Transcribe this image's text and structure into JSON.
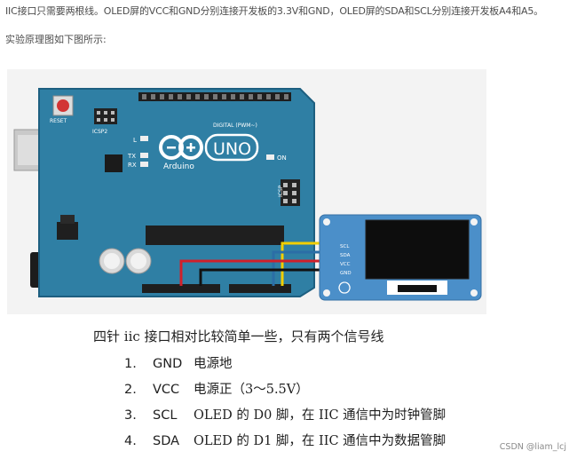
{
  "intro": {
    "line1": "IIC接口只需要两根线。OLED屏的VCC和GND分别连接开发板的3.3V和GND，OLED屏的SDA和SCL分别连接开发板A4和A5。",
    "line2": "实验原理图如下图所示:"
  },
  "board": {
    "reset_label": "RESET",
    "icsp2_label": "ICSP2",
    "l_label": "L",
    "tx_label": "TX",
    "rx_label": "RX",
    "logo_text": "UNO",
    "brand": "Arduino",
    "on_label": "ON",
    "digital_label": "DIGITAL (PWM~)",
    "icsp_label": "ICSP"
  },
  "oled": {
    "pins": [
      "SCL",
      "SDA",
      "VCC",
      "GND"
    ]
  },
  "caption": {
    "subtitle": "四针 iic 接口相对比较简单一些，只有两个信号线",
    "items": [
      {
        "num": "1.",
        "pin": "GND",
        "desc": "电源地"
      },
      {
        "num": "2.",
        "pin": "VCC",
        "desc": " 电源正（3～5.5V）"
      },
      {
        "num": "3.",
        "pin": "SCL",
        "desc": " OLED 的 D0 脚，在 IIC 通信中为时钟管脚"
      },
      {
        "num": "4.",
        "pin": "SDA",
        "desc": " OLED 的 D1 脚，在 IIC 通信中为数据管脚"
      }
    ]
  },
  "watermark": "CSDN @liam_lcj",
  "colors": {
    "board": "#2f7fa4",
    "board_dark": "#1d5f80",
    "oled_module": "#4b8fc9",
    "screen": "#0d0d0d",
    "wire_scl": "#f2cf00",
    "wire_sda": "#2b6ea6",
    "wire_vcc": "#d0202a",
    "wire_gnd": "#111111"
  }
}
